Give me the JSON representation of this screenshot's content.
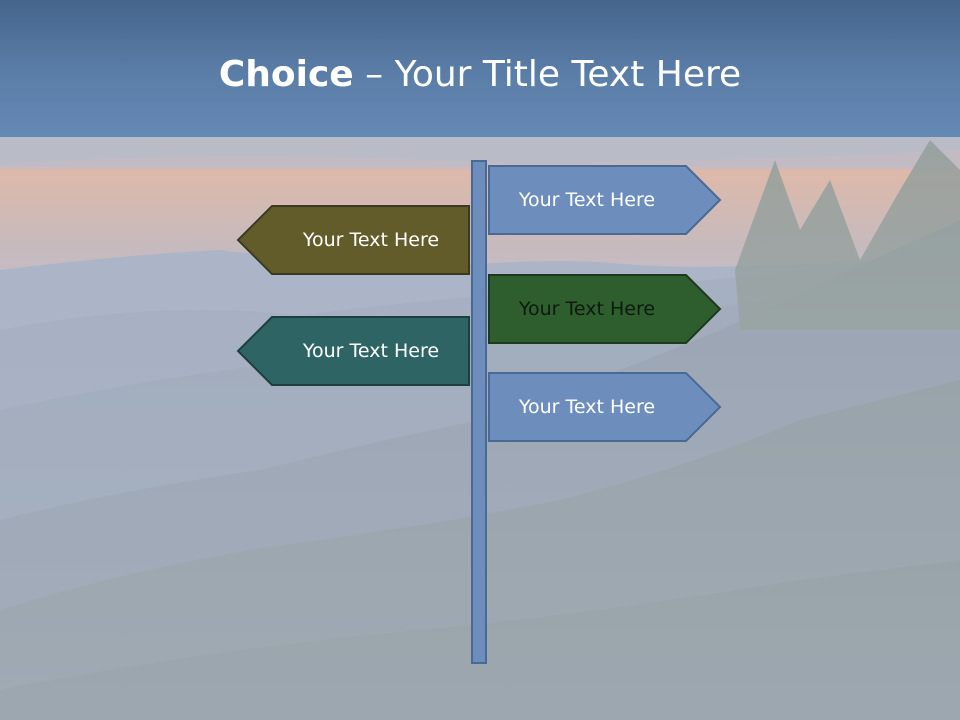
{
  "slide": {
    "title_bold": "Choice",
    "title_rest": " – Your Title Text Here"
  },
  "colors": {
    "header": "#5b7ea8",
    "pole": "#6d8ebd",
    "sign_blue": "#6d8ebd",
    "sign_olive": "#625c2a",
    "sign_teal": "#2f6464",
    "sign_green": "#2e5e2e"
  },
  "signs": {
    "right_top": {
      "label": "Your Text Here"
    },
    "left_top": {
      "label": "Your Text Here"
    },
    "right_middle": {
      "label": "Your Text Here"
    },
    "left_bottom": {
      "label": "Your Text Here"
    },
    "right_bottom": {
      "label": "Your Text Here"
    }
  }
}
